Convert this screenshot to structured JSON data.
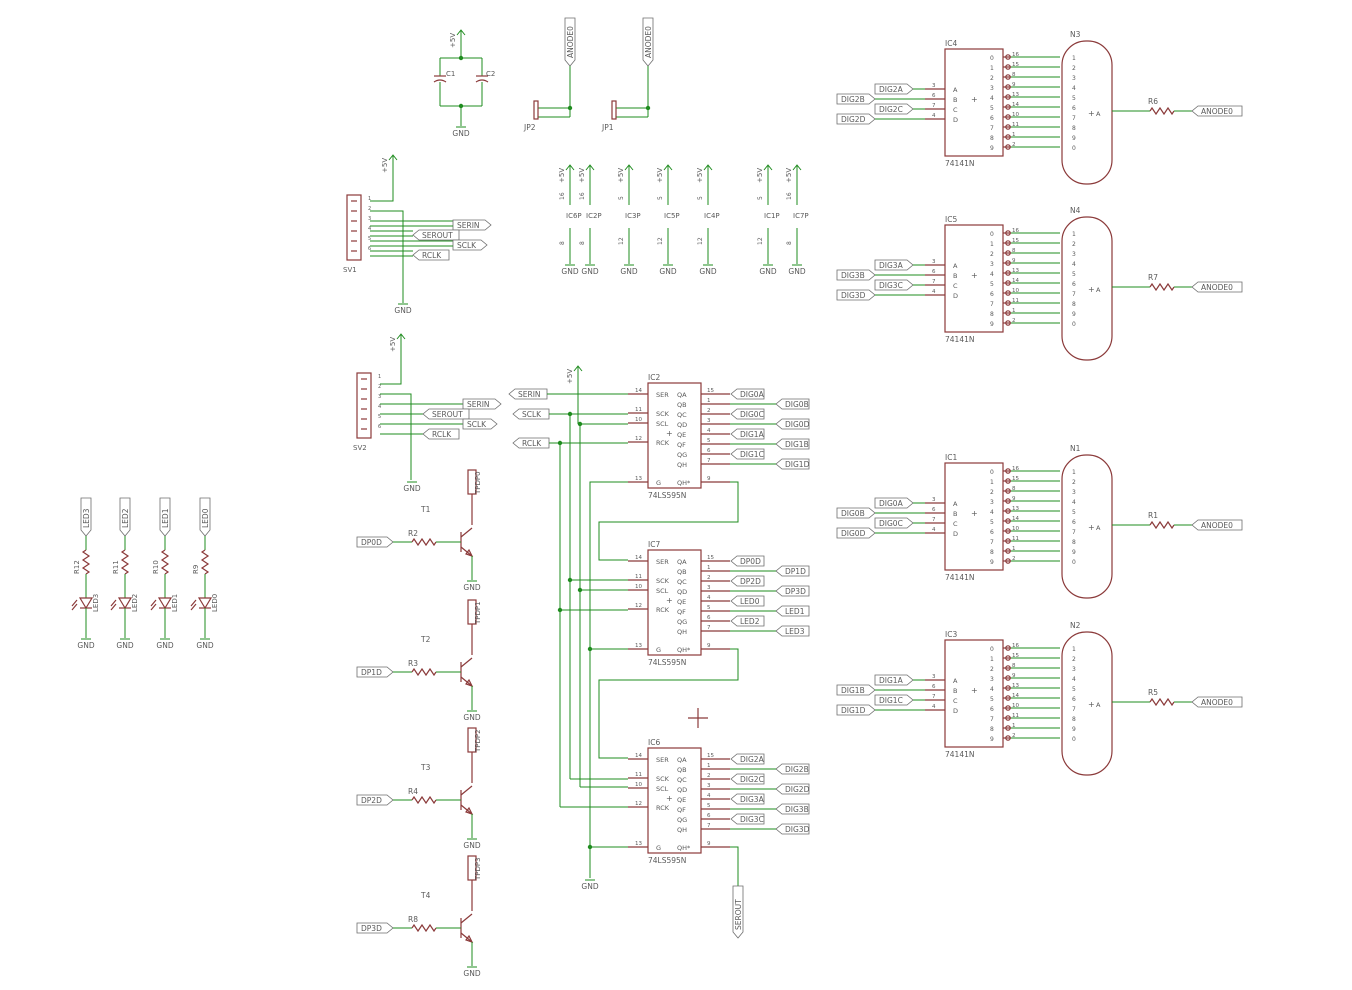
{
  "supply": {
    "vcc": "+5V",
    "gnd": "GND"
  },
  "labels": {
    "anode": "ANODE0",
    "serin": "SERIN",
    "serout": "SEROUT",
    "sclk": "SCLK",
    "rclk": "RCLK"
  },
  "caps": [
    "C1",
    "C2"
  ],
  "jumpers": [
    "JP2",
    "JP1"
  ],
  "connectors": [
    "SV1",
    "SV2"
  ],
  "power_blocks": [
    {
      "name": "IC6P",
      "top_pin": "16",
      "bottom_pin": "8"
    },
    {
      "name": "IC2P",
      "top_pin": "16",
      "bottom_pin": "8"
    },
    {
      "name": "IC3P",
      "top_pin": "5",
      "bottom_pin": "12"
    },
    {
      "name": "IC5P",
      "top_pin": "5",
      "bottom_pin": "12"
    },
    {
      "name": "IC4P",
      "top_pin": "5",
      "bottom_pin": "12"
    },
    {
      "name": "IC1P",
      "top_pin": "5",
      "bottom_pin": "12"
    },
    {
      "name": "IC7P",
      "top_pin": "16",
      "bottom_pin": "8"
    }
  ],
  "shift_registers": [
    {
      "ref": "IC2",
      "part": "74LS595N",
      "outputs": [
        "DIG0A",
        "DIG0B",
        "DIG0C",
        "DIG0D",
        "DIG1A",
        "DIG1B",
        "DIG1C",
        "DIG1D"
      ]
    },
    {
      "ref": "IC7",
      "part": "74LS595N",
      "outputs": [
        "DP0D",
        "DP1D",
        "DP2D",
        "DP3D",
        "LED0",
        "LED1",
        "LED2",
        "LED3"
      ]
    },
    {
      "ref": "IC6",
      "part": "74LS595N",
      "outputs": [
        "DIG2A",
        "DIG2B",
        "DIG2C",
        "DIG2D",
        "DIG3A",
        "DIG3B",
        "DIG3C",
        "DIG3D"
      ]
    }
  ],
  "sr_pins": {
    "left_names": [
      "SER",
      "SCK",
      "SCL",
      "RCK",
      "G"
    ],
    "left_nums": [
      "14",
      "11",
      "10",
      "12",
      "13"
    ],
    "right_names": [
      "QA",
      "QB",
      "QC",
      "QD",
      "QE",
      "QF",
      "QG",
      "QH",
      "QH*"
    ],
    "right_nums": [
      "15",
      "1",
      "2",
      "3",
      "4",
      "5",
      "6",
      "7",
      "9"
    ]
  },
  "decoders": [
    {
      "ref": "IC4",
      "nixie": "N3",
      "resistor": "R6",
      "inputs": [
        "DIG2A",
        "DIG2B",
        "DIG2C",
        "DIG2D"
      ]
    },
    {
      "ref": "IC5",
      "nixie": "N4",
      "resistor": "R7",
      "inputs": [
        "DIG3A",
        "DIG3B",
        "DIG3C",
        "DIG3D"
      ]
    },
    {
      "ref": "IC1",
      "nixie": "N1",
      "resistor": "R1",
      "inputs": [
        "DIG0A",
        "DIG0B",
        "DIG0C",
        "DIG0D"
      ]
    },
    {
      "ref": "IC3",
      "nixie": "N2",
      "resistor": "R5",
      "inputs": [
        "DIG1A",
        "DIG1B",
        "DIG1C",
        "DIG1D"
      ]
    }
  ],
  "decoder_part": "74141N",
  "decoder_pins": {
    "left_names": [
      "A",
      "B",
      "C",
      "D"
    ],
    "left_nums": [
      "3",
      "6",
      "7",
      "4"
    ],
    "right_names": [
      "0",
      "1",
      "2",
      "3",
      "4",
      "5",
      "6",
      "7",
      "8",
      "9"
    ],
    "right_nums": [
      "16",
      "15",
      "8",
      "9",
      "13",
      "14",
      "10",
      "11",
      "1",
      "2"
    ],
    "tube_nums": [
      "1",
      "2",
      "3",
      "4",
      "5",
      "6",
      "7",
      "8",
      "9",
      "0"
    ],
    "anode": "A"
  },
  "transistors": [
    {
      "ref": "T1",
      "resistor": "R2",
      "input": "DP0D",
      "output": "TPDP0"
    },
    {
      "ref": "T2",
      "resistor": "R3",
      "input": "DP1D",
      "output": "TPDP1"
    },
    {
      "ref": "T3",
      "resistor": "R4",
      "input": "DP2D",
      "output": "TPDP2"
    },
    {
      "ref": "T4",
      "resistor": "R8",
      "input": "DP3D",
      "output": "TPDP3"
    }
  ],
  "leds": [
    {
      "net": "LED3",
      "resistor": "R12",
      "diode": "LED3"
    },
    {
      "net": "LED2",
      "resistor": "R11",
      "diode": "LED2"
    },
    {
      "net": "LED1",
      "resistor": "R10",
      "diode": "LED1"
    },
    {
      "net": "LED0",
      "resistor": "R9",
      "diode": "LED0"
    }
  ]
}
